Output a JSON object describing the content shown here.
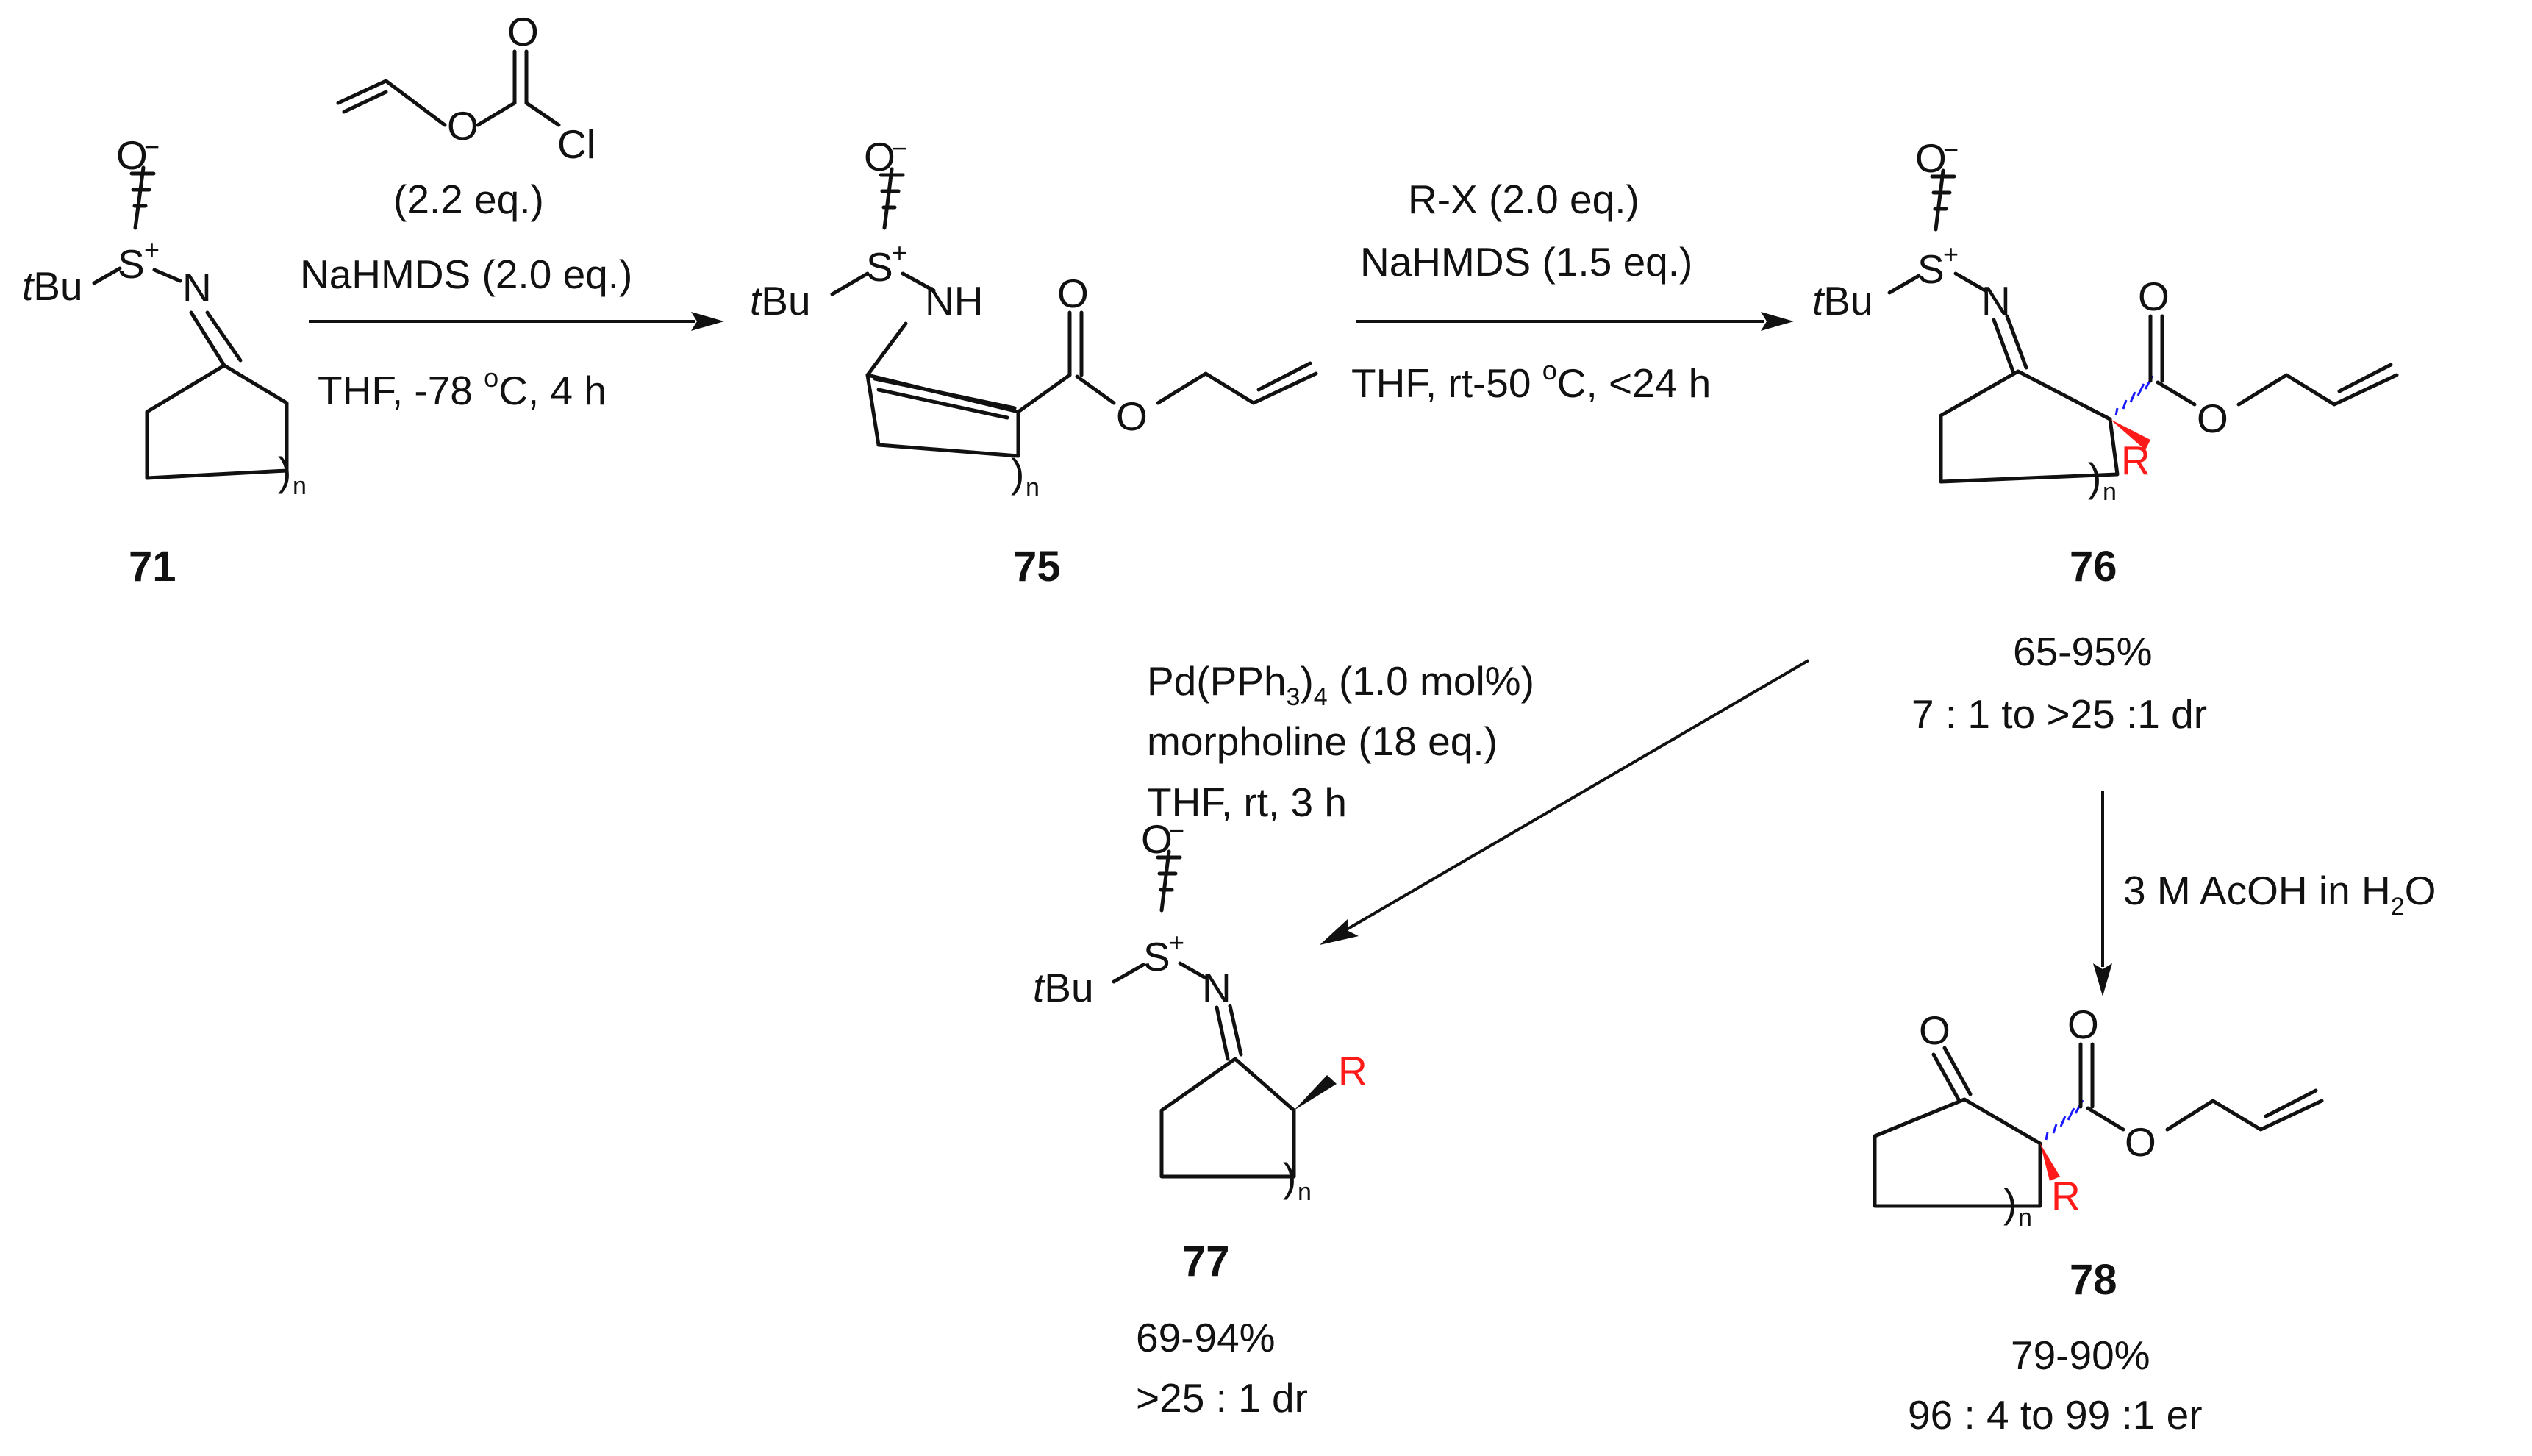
{
  "colors": {
    "ink": "#111111",
    "highlight": "#ff1a1a",
    "background": "#ffffff"
  },
  "atoms": {
    "O_minus": "O",
    "minus": "−",
    "S": "S",
    "plus": "+",
    "N": "N",
    "NH": "NH",
    "tBu_t": "t",
    "tBu_Bu": "Bu",
    "O": "O",
    "Cl": "Cl",
    "R": "R",
    "n": "n",
    "paren": ")"
  },
  "compounds": {
    "c71": {
      "number": "71"
    },
    "c75": {
      "number": "75"
    },
    "c76": {
      "number": "76",
      "yield": "65-95%",
      "selectivity": "7 : 1 to >25 :1 dr"
    },
    "c77": {
      "number": "77",
      "yield": "69-94%",
      "selectivity": ">25 : 1 dr"
    },
    "c78": {
      "number": "78",
      "yield": "79-90%",
      "selectivity": "96 : 4 to 99 :1 er"
    }
  },
  "step1": {
    "reagent_eq": "(2.2 eq.)",
    "base": "NaHMDS (2.0 eq.)",
    "conditions_a": "THF, -78 ",
    "conditions_sup": "o",
    "conditions_b": "C, 4 h"
  },
  "step2": {
    "alkyl": "R-X (2.0 eq.)",
    "base": "NaHMDS (1.5 eq.)",
    "conditions_a": "THF, rt-50 ",
    "conditions_sup": "o",
    "conditions_b": "C, <24 h"
  },
  "step3": {
    "catalyst_a": "Pd(PPh",
    "catalyst_sub1": "3",
    "catalyst_b": ")",
    "catalyst_sub2": "4",
    "catalyst_c": " (1.0 mol%)",
    "amine": "morpholine (18 eq.)",
    "conditions": "THF, rt, 3 h"
  },
  "step4": {
    "reagent_a": "3 M AcOH in H",
    "reagent_sub": "2",
    "reagent_b": "O"
  }
}
